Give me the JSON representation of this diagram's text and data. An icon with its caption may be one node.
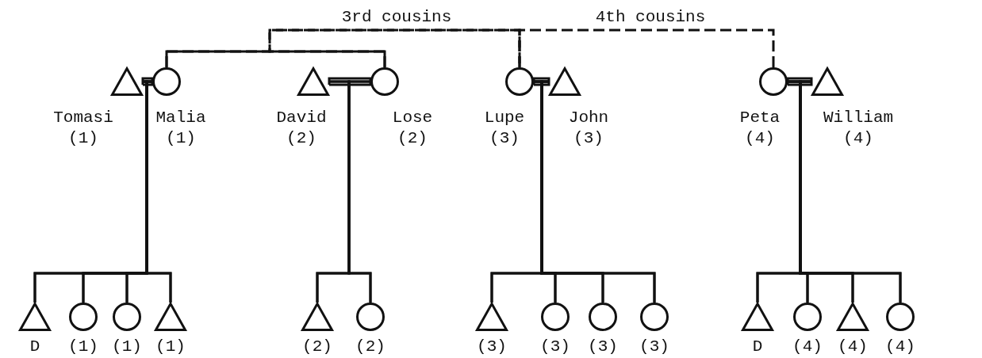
{
  "diagram": {
    "nodes": [
      {
        "text": [],
        "shape": "triangle",
        "beside": [
          "Tomasi",
          "(1)"
        ]
      },
      {
        "text": [],
        "shape": "circle",
        "beside": [
          "Malia",
          "(1)"
        ]
      },
      {
        "text": [],
        "shape": "triangle",
        "beside": [
          "David",
          "(2)"
        ]
      },
      {
        "text": [],
        "shape": "circle",
        "beside": [
          "Lose",
          "(2)"
        ]
      },
      {
        "text": [],
        "shape": "circle",
        "beside": [
          "Lupe",
          "(3)"
        ]
      },
      {
        "text": [],
        "shape": "triangle",
        "beside": [
          "John",
          "(3)"
        ]
      },
      {
        "text": [],
        "shape": "circle",
        "beside": [
          "Peta",
          "(4)"
        ]
      },
      {
        "text": [],
        "shape": "triangle",
        "beside": [
          "William",
          "(4)"
        ]
      },
      {
        "text": [],
        "shape": "triangle",
        "beside": [
          "D"
        ]
      },
      {
        "text": [],
        "shape": "circle",
        "beside": [
          "(1)"
        ]
      },
      {
        "text": [],
        "shape": "circle",
        "beside": [
          "(1)"
        ]
      },
      {
        "text": [],
        "shape": "triangle",
        "beside": [
          "(1)"
        ]
      },
      {
        "text": [],
        "shape": "triangle",
        "beside": [
          "(2)"
        ]
      },
      {
        "text": [],
        "shape": "circle",
        "beside": [
          "(2)"
        ]
      },
      {
        "text": [],
        "shape": "triangle",
        "beside": [
          "(3)"
        ]
      },
      {
        "text": [],
        "shape": "circle",
        "beside": [
          "(3)"
        ]
      },
      {
        "text": [],
        "shape": "circle",
        "beside": [
          "(3)"
        ]
      },
      {
        "text": [],
        "shape": "circle",
        "beside": [
          "(3)"
        ]
      },
      {
        "text": [],
        "shape": "triangle",
        "beside": [
          "D"
        ]
      },
      {
        "text": [],
        "shape": "circle",
        "beside": [
          "(4)"
        ]
      },
      {
        "text": [],
        "shape": "triangle",
        "beside": [
          "(4)"
        ]
      },
      {
        "text": [],
        "shape": "circle",
        "beside": [
          "(4)"
        ]
      }
    ],
    "edges": [
      {
        "from": 0,
        "to": 1,
        "arrow": "none"
      },
      {
        "from": 2,
        "to": 3,
        "arrow": "none"
      },
      {
        "from": 4,
        "to": 5,
        "arrow": "none"
      },
      {
        "from": 6,
        "to": 7,
        "arrow": "none"
      },
      {
        "from": 1,
        "to": 3,
        "arrow": "none"
      },
      {
        "from": 1,
        "to": 4,
        "arrow": "none",
        "label": "3rd cousins",
        "style": "dashed"
      },
      {
        "from": 3,
        "to": 4,
        "arrow": "none",
        "style": "dashed"
      },
      {
        "from": 4,
        "to": 6,
        "arrow": "none",
        "label": "4th cousins",
        "style": "dashed"
      },
      {
        "from": 0,
        "to": 8,
        "arrow": "none"
      },
      {
        "from": 1,
        "to": 8,
        "arrow": "none"
      },
      {
        "from": 0,
        "to": 9,
        "arrow": "none"
      },
      {
        "from": 1,
        "to": 9,
        "arrow": "none"
      },
      {
        "from": 0,
        "to": 10,
        "arrow": "none"
      },
      {
        "from": 1,
        "to": 10,
        "arrow": "none"
      },
      {
        "from": 0,
        "to": 11,
        "arrow": "none"
      },
      {
        "from": 1,
        "to": 11,
        "arrow": "none"
      },
      {
        "from": 2,
        "to": 12,
        "arrow": "none"
      },
      {
        "from": 3,
        "to": 12,
        "arrow": "none"
      },
      {
        "from": 2,
        "to": 13,
        "arrow": "none"
      },
      {
        "from": 3,
        "to": 13,
        "arrow": "none"
      },
      {
        "from": 5,
        "to": 14,
        "arrow": "none"
      },
      {
        "from": 4,
        "to": 14,
        "arrow": "none"
      },
      {
        "from": 5,
        "to": 15,
        "arrow": "none"
      },
      {
        "from": 4,
        "to": 15,
        "arrow": "none"
      },
      {
        "from": 5,
        "to": 16,
        "arrow": "none"
      },
      {
        "from": 4,
        "to": 16,
        "arrow": "none"
      },
      {
        "from": 5,
        "to": 17,
        "arrow": "none"
      },
      {
        "from": 4,
        "to": 17,
        "arrow": "none"
      },
      {
        "from": 7,
        "to": 18,
        "arrow": "none"
      },
      {
        "from": 6,
        "to": 18,
        "arrow": "none"
      },
      {
        "from": 7,
        "to": 19,
        "arrow": "none"
      },
      {
        "from": 6,
        "to": 19,
        "arrow": "none"
      },
      {
        "from": 7,
        "to": 20,
        "arrow": "none"
      },
      {
        "from": 6,
        "to": 20,
        "arrow": "none"
      },
      {
        "from": 7,
        "to": 21,
        "arrow": "none"
      },
      {
        "from": 6,
        "to": 21,
        "arrow": "none"
      }
    ]
  }
}
